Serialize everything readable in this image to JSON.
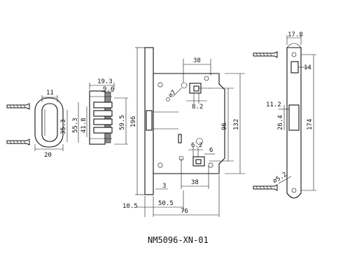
{
  "drawing": {
    "model": "NM5096-XN-01",
    "dims": {
      "strike_width": "11",
      "strike_depth": "20",
      "strike_height": "35.3",
      "bolt_19_3": "19.3",
      "bolt_9_6": "9.6",
      "bolt_55_3": "55.3",
      "bolt_41_8": "41.8",
      "bolt_59_5": "59.5",
      "body_height": "196",
      "hole_7": "⌀7",
      "top_38": "38",
      "top_8_2": "8.2",
      "hub_96": "96",
      "body_132": "132",
      "cyl_6_2": "6.2",
      "cyl_6": "6",
      "bottom_38": "38",
      "gap_3": "3",
      "face_10_5": "10.5",
      "backset_50_5": "50.5",
      "depth_76": "76",
      "face_17_8": "17.8",
      "face_14": "14",
      "face_11_2": "11.2",
      "face_26_4": "26.4",
      "face_174": "174",
      "screw_5_2": "⌀5.2"
    }
  }
}
